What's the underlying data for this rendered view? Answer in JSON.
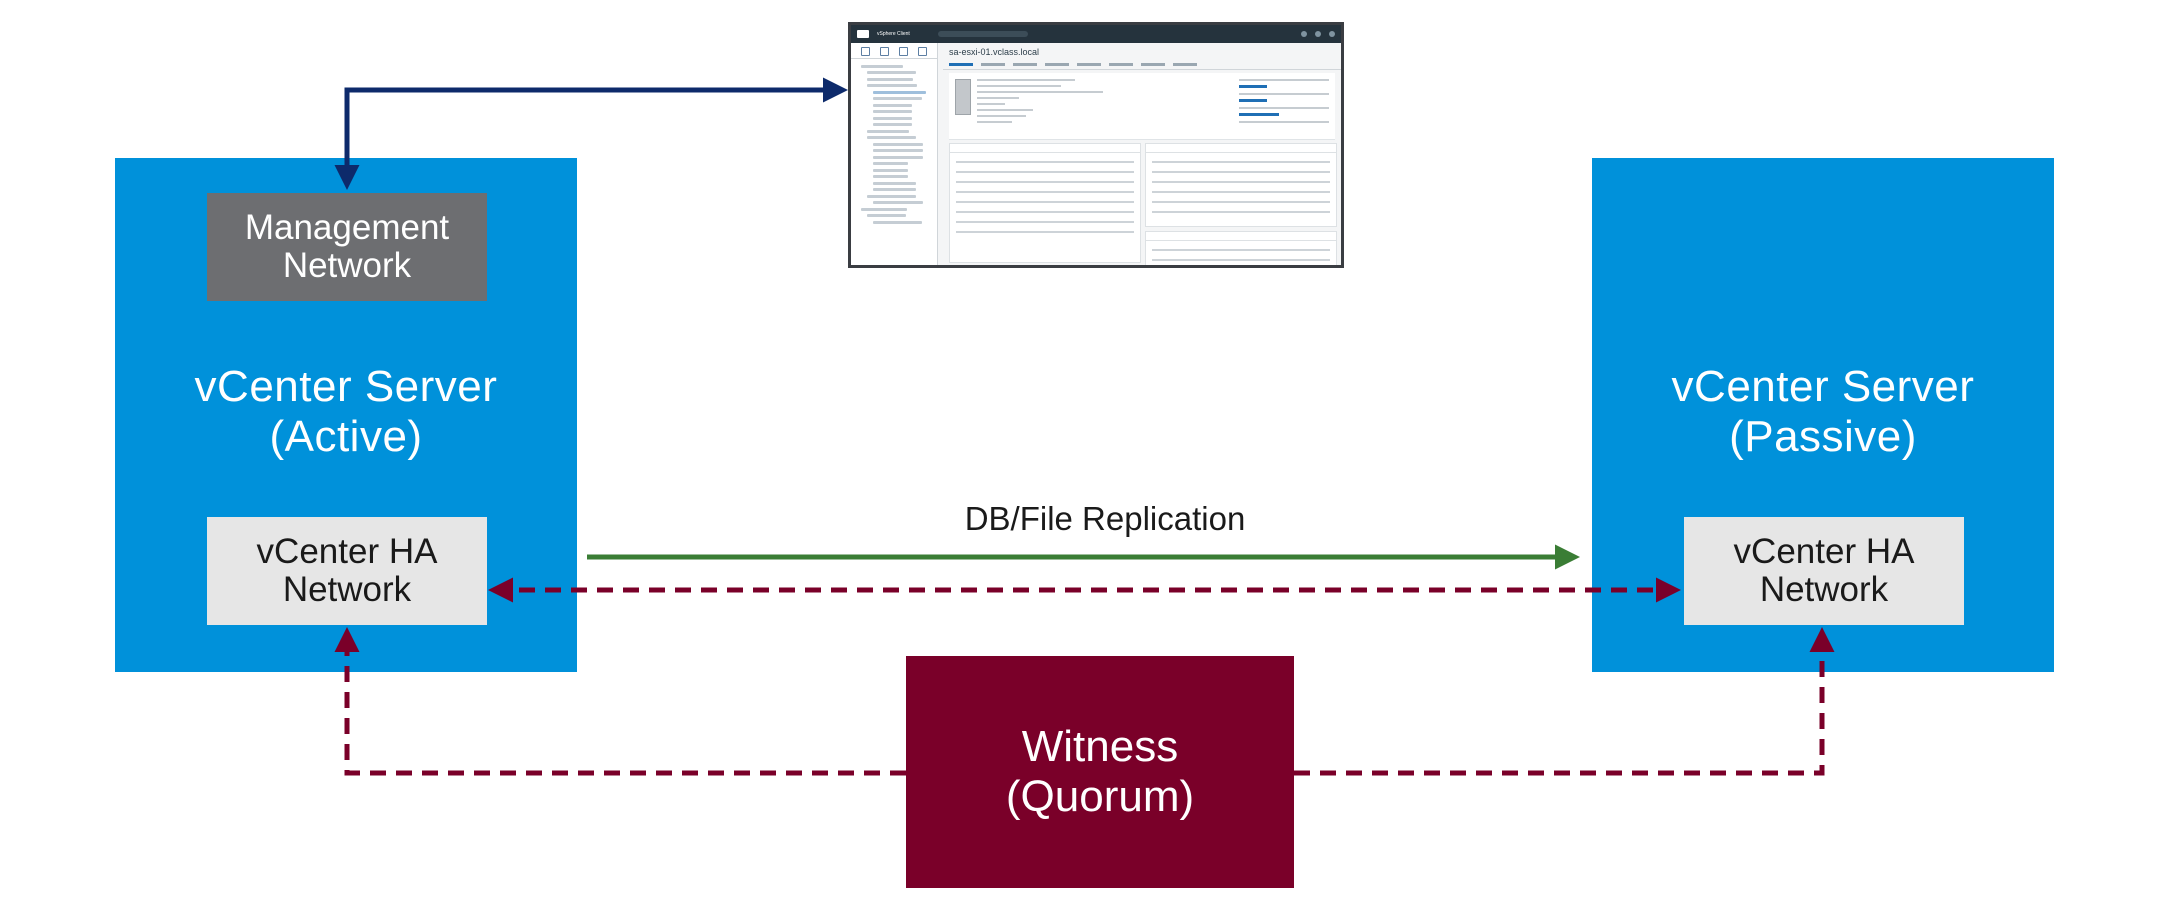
{
  "colors": {
    "server_blue": "#0091DA",
    "inner_grey": "#E6E6E6",
    "mgmt_grey": "#6D6E71",
    "witness_red": "#7A0029",
    "arrow_navy": "#0D2A6B",
    "arrow_green": "#3A7D35",
    "arrow_red": "#7A0029"
  },
  "active_server": {
    "title_line1": "vCenter Server",
    "title_line2": "(Active)",
    "mgmt_line1": "Management",
    "mgmt_line2": "Network",
    "ha_line1": "vCenter HA",
    "ha_line2": "Network"
  },
  "passive_server": {
    "title_line1": "vCenter Server",
    "title_line2": "(Passive)",
    "ha_line1": "vCenter HA",
    "ha_line2": "Network"
  },
  "witness": {
    "line1": "Witness",
    "line2": "(Quorum)"
  },
  "replication_label": "DB/File Replication",
  "client_screenshot": {
    "app_name": "vSphere Client",
    "host_title": "sa-esxi-01.vclass.local"
  }
}
